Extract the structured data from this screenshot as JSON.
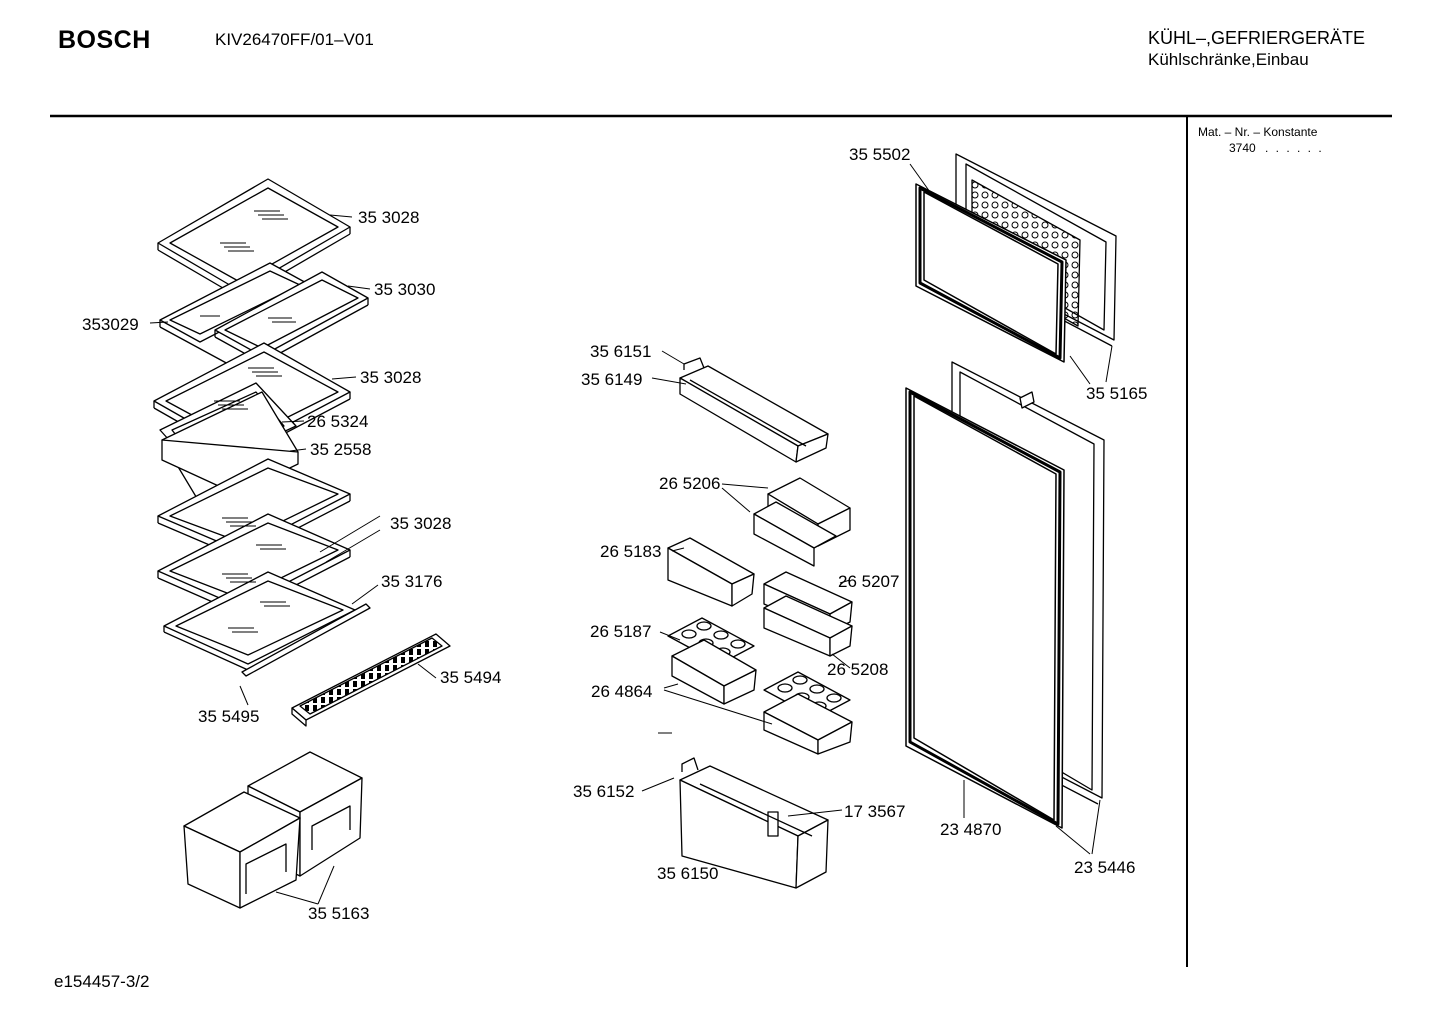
{
  "header": {
    "brand": "BOSCH",
    "model": "KIV26470FF/01–V01",
    "category_line1": "KÜHL–,GEFRIERGERÄTE",
    "category_line2": "Kühlschränke,Einbau"
  },
  "sidebar": {
    "mat_label": "Mat. – Nr. – Konstante",
    "mat_value": "3740",
    "mat_dots": ". . . . . ."
  },
  "footer": {
    "code": "e154457-3/2"
  },
  "parts": [
    "35 3028",
    "35 3030",
    "353029",
    "35 3028",
    "26 5324",
    "35 2558",
    "35 3028",
    "35 3176",
    "35 5494",
    "35 5495",
    "35 5163",
    "35 5502",
    "35 5165",
    "35 6151",
    "35 6149",
    "26 5206",
    "26 5183",
    "26 5207",
    "26 5187",
    "26 5208",
    "26 4864",
    "35 6152",
    "17 3567",
    "35 6150",
    "23 4870",
    "23 5446"
  ]
}
